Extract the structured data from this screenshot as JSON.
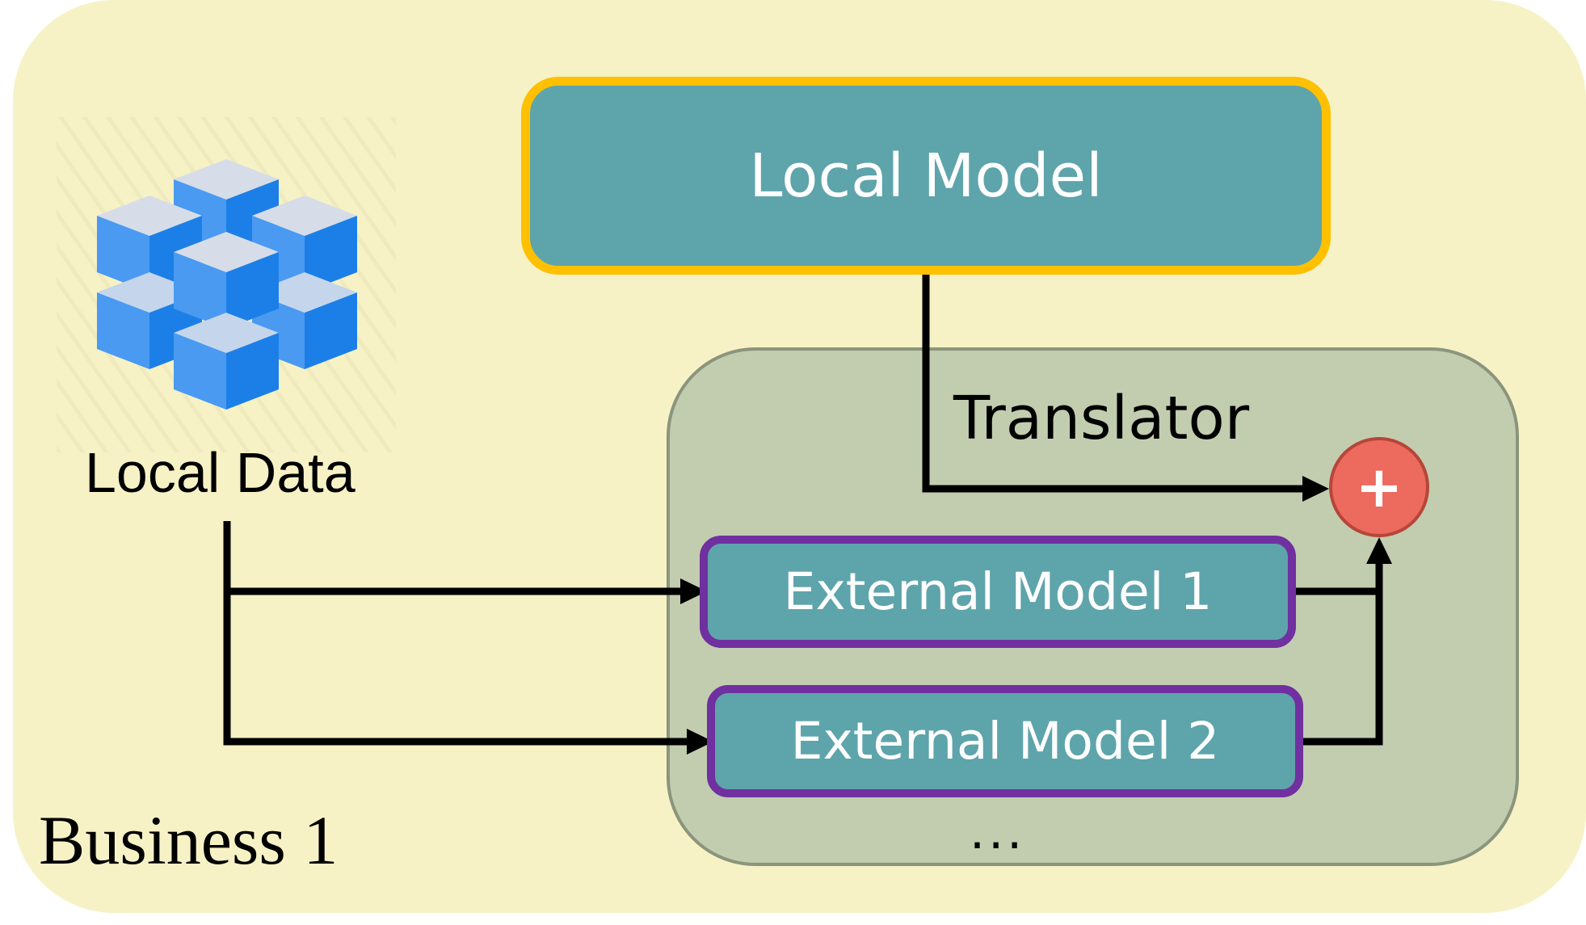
{
  "diagram": {
    "business": {
      "label": "Business 1"
    },
    "local_data": {
      "label": "Local Data",
      "icon": "data-cubes-icon"
    },
    "local_model": {
      "label": "Local Model"
    },
    "translator": {
      "label": "Translator",
      "combiner_symbol": "+",
      "external_models": [
        {
          "label": "External Model 1"
        },
        {
          "label": "External Model 2"
        }
      ],
      "more_indicator": "..."
    },
    "colors": {
      "business_fill": "#f6f2c5",
      "translator_fill": "#c2cdb0",
      "model_fill": "#5ea4ab",
      "local_model_border": "#fec000",
      "external_model_border": "#7030a0",
      "combiner_fill": "#ed6a5e",
      "cube_color": "#3a8ff0"
    }
  }
}
